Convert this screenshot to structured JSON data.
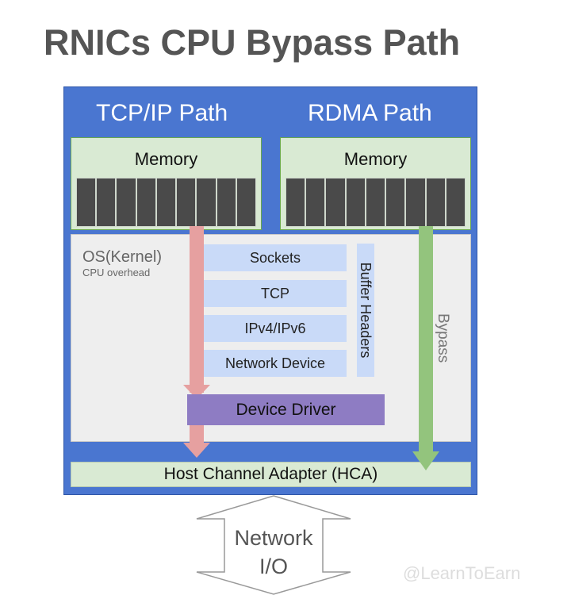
{
  "title": "RNICs CPU Bypass Path",
  "tcp_path": {
    "label": "TCP/IP Path",
    "memory_label": "Memory"
  },
  "rdma_path": {
    "label": "RDMA Path",
    "memory_label": "Memory",
    "bypass_label": "Bypass"
  },
  "kernel": {
    "label": "OS(Kernel)",
    "sublabel": "CPU overhead",
    "layers": [
      "Sockets",
      "TCP",
      "IPv4/IPv6",
      "Network Device"
    ],
    "side_label": "Buffer Headers",
    "driver": "Device Driver"
  },
  "hca": "Host Channel Adapter (HCA)",
  "network_io": {
    "line1": "Network",
    "line2": "I/O"
  },
  "watermark": "@LearnToEarn",
  "colors": {
    "outer_box": "#4a76d0",
    "memory_box": "#d9ead3",
    "memory_cell": "#4a4a4a",
    "kernel_box": "#eeeeee",
    "layer_box": "#c9daf8",
    "driver_box": "#8e7cc3",
    "tcp_arrow": "#e6a0a0",
    "bypass_arrow": "#93c47d"
  }
}
